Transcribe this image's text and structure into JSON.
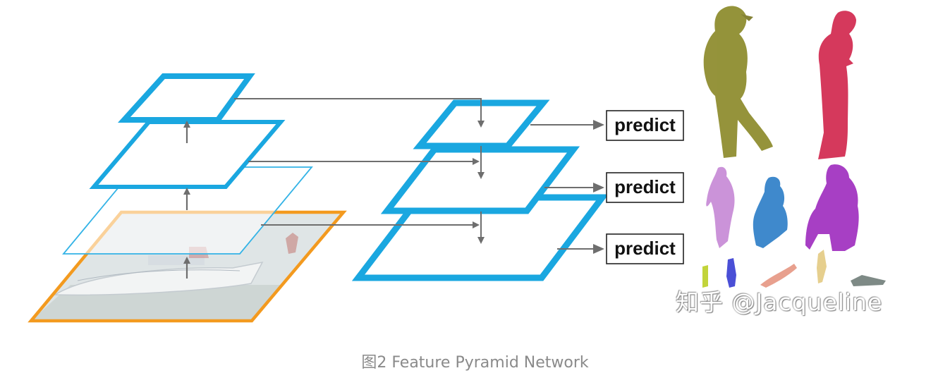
{
  "diagram": {
    "predict_boxes": [
      {
        "label": "predict"
      },
      {
        "label": "predict"
      },
      {
        "label": "predict"
      }
    ],
    "watermark": "知乎 @Jacqueline",
    "caption": "图2 Feature Pyramid Network",
    "colors": {
      "feature_map": "#1aa7e0",
      "input_image_border": "#f39a1f",
      "arrow": "#6e6e6e",
      "thin_layer": "#33b3e6"
    }
  }
}
